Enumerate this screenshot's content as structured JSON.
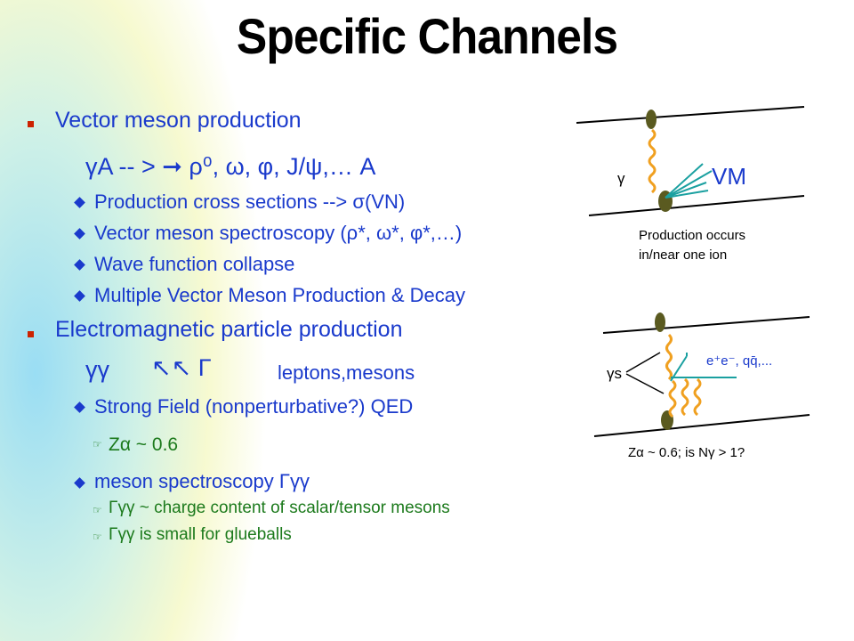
{
  "title": "Specific Channels",
  "bullets": {
    "vm_heading": "Vector meson production",
    "vm_reaction": "γA -- > ➞ ρ⁰, ω, φ, J/ψ,… A",
    "vm_items": [
      "Production cross sections --> σ(VN)",
      "Vector meson spectroscopy (ρ*, ω*, φ*,…)",
      "Wave function collapse",
      "Multiple Vector Meson Production & Decay"
    ],
    "em_heading": "Electromagnetic particle production",
    "em_reaction_symbol": "γγ",
    "em_reaction_arrows": "↖↖ Γ",
    "em_reaction_products": "leptons,mesons",
    "em_item_1": "Strong Field (nonperturbative?) QED",
    "em_subitem_1": "Zα ~ 0.6",
    "em_item_2": "meson spectroscopy Γγγ",
    "em_subitems_2": [
      "Γγγ ~ charge content of scalar/tensor mesons",
      "Γγγ is small for glueballs"
    ]
  },
  "diagram_top": {
    "photon_label": "γ",
    "vm_label": "VM",
    "caption_line1": "Production occurs",
    "caption_line2": "in/near one ion"
  },
  "diagram_bottom": {
    "photons_label": "γs",
    "products_label": "e⁺e⁻, qq̄,...",
    "caption": "Zα ~ 0.6; is Nγ > 1?"
  },
  "colors": {
    "text_blue": "#1a3acc",
    "text_green": "#1c7a1c",
    "bullet_red": "#cc2200",
    "photon_orange": "#f0a020",
    "vm_teal": "#1aa0a0",
    "ion_olive": "#5a5a20"
  }
}
